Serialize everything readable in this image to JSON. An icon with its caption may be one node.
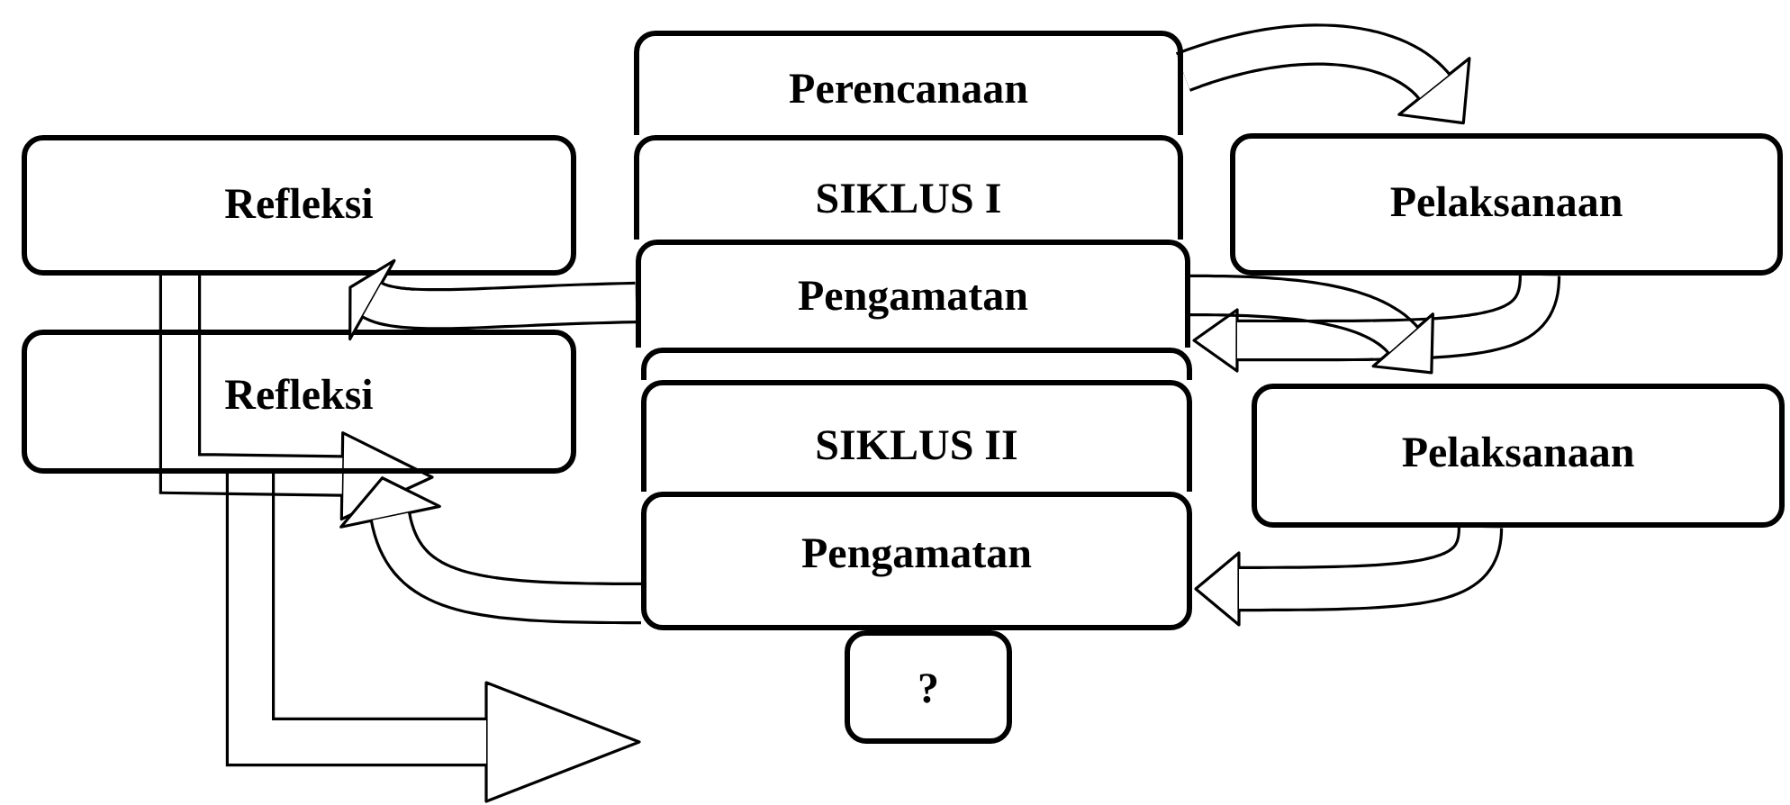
{
  "diagram": {
    "nodes": [
      {
        "text": [
          "Perencanaan"
        ]
      },
      {
        "text": [
          "Refleksi"
        ]
      },
      {
        "text": [
          "SIKLUS I"
        ]
      },
      {
        "text": [
          "Pelaksanaan"
        ]
      },
      {
        "text": [
          "Pengamatan"
        ]
      },
      {
        "text": [
          "Refleksi"
        ]
      },
      {
        "text": [],
        "shape": "box"
      },
      {
        "text": [
          "SIKLUS II"
        ]
      },
      {
        "text": [
          "Pelaksanaan"
        ]
      },
      {
        "text": [
          "Pengamatan"
        ]
      },
      {
        "text": [
          "?"
        ]
      }
    ],
    "edges": [
      {
        "from": 0,
        "to": 3,
        "arrow": "to"
      },
      {
        "from": 3,
        "to": 4,
        "arrow": "to"
      },
      {
        "from": 4,
        "to": 8,
        "arrow": "to"
      },
      {
        "from": 8,
        "to": 9,
        "arrow": "to"
      },
      {
        "from": 4,
        "to": 1,
        "arrow": "to"
      },
      {
        "from": 1,
        "to": 5,
        "arrow": "to"
      },
      {
        "from": 9,
        "to": 5,
        "arrow": "to"
      },
      {
        "from": 5,
        "to": null,
        "arrow": "to"
      }
    ]
  }
}
